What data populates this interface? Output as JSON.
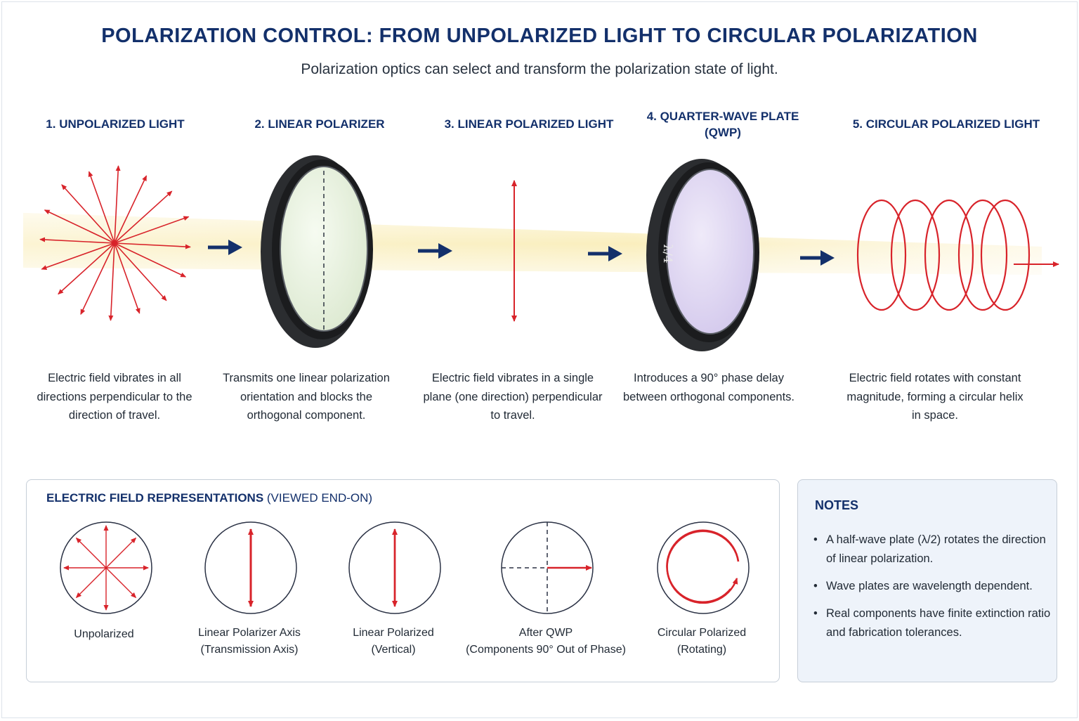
{
  "title": "POLARIZATION CONTROL:  FROM UNPOLARIZED LIGHT TO CIRCULAR POLARIZATION",
  "subtitle": "Polarization optics can select and transform the polarization state of light.",
  "steps": [
    {
      "title": "1. UNPOLARIZED LIGHT",
      "desc": "Electric field vibrates in all directions perpendicular to the direction of travel."
    },
    {
      "title": "2. LINEAR POLARIZER",
      "desc": "Transmits one linear polarization orientation and blocks the orthogonal component."
    },
    {
      "title": "3. LINEAR POLARIZED LIGHT",
      "desc": "Electric field vibrates in a single plane (one direction) perpendicular to travel."
    },
    {
      "title": "4. QUARTER-WAVE PLATE (QWP)",
      "desc": "Introduces a 90° phase delay between orthogonal components."
    },
    {
      "title": "5. CIRCULAR POLARIZED LIGHT",
      "desc": "Electric field rotates with constant magnitude, forming a circular helix in space."
    }
  ],
  "qwp_lens_label": "λ/4",
  "representations": {
    "heading_bold": "ELECTRIC FIELD REPRESENTATIONS",
    "heading_normal": " (VIEWED END-ON)",
    "items": [
      {
        "line1": "Unpolarized",
        "line2": ""
      },
      {
        "line1": "Linear Polarizer Axis",
        "line2": "(Transmission Axis)"
      },
      {
        "line1": "Linear Polarized",
        "line2": "(Vertical)"
      },
      {
        "line1": "After QWP",
        "line2": "(Components 90° Out of Phase)"
      },
      {
        "line1": "Circular Polarized",
        "line2": "(Rotating)"
      }
    ]
  },
  "notes": {
    "title": "NOTES",
    "items": [
      "A half-wave plate (λ/2) rotates the direction of linear polarization.",
      "Wave plates are wavelength dependent.",
      "Real components have finite extinction ratio and fabrication tolerances."
    ]
  },
  "colors": {
    "navy": "#13306b",
    "field_red": "#d8232a",
    "beam_yellow": "#f7e7a0",
    "lens_frame": "#2b2d30",
    "polarizer_glass": "#eaf3e3",
    "qwp_glass": "#e1d9f2"
  }
}
